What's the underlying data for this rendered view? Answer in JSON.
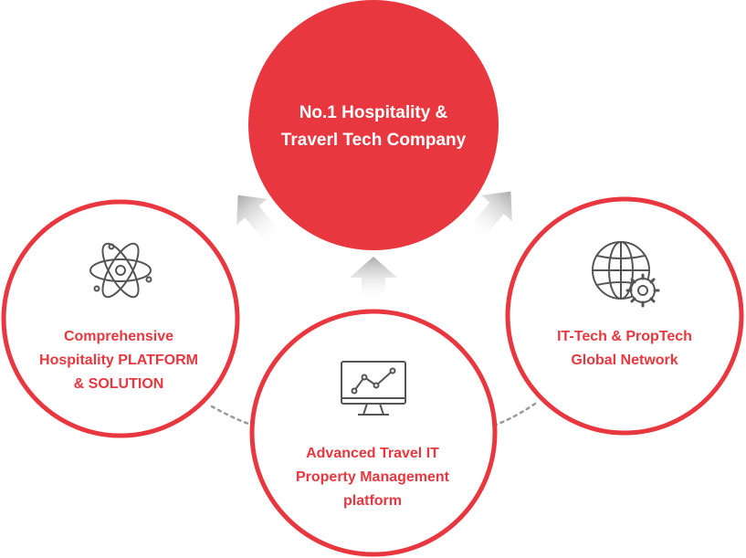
{
  "colors": {
    "accent": "#e8373e",
    "ring_fill": "#ffffff",
    "icon": "#555555",
    "arrow": "#b5b5b5",
    "dots": "#9a9a9a",
    "center_text": "#ffffff"
  },
  "center": {
    "line1": "No.1 Hospitality &",
    "line2": "Traverl Tech Company"
  },
  "left": {
    "icon": "atom-icon",
    "line1": "Comprehensive",
    "line2": "Hospitality PLATFORM",
    "line3": "& SOLUTION"
  },
  "bottom": {
    "icon": "monitor-chart-icon",
    "line1": "Advanced Travel IT",
    "line2": "Property Management",
    "line3": "platform"
  },
  "right": {
    "icon": "globe-gear-icon",
    "line1": "IT-Tech & PropTech",
    "line2": "Global Network"
  }
}
